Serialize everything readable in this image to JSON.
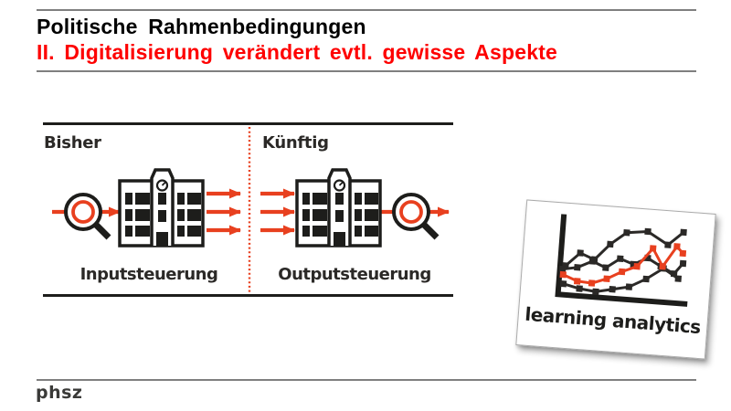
{
  "slide": {
    "title": "Politische Rahmenbedingungen",
    "subtitle": "II. Digitalisierung verändert evtl. gewisse Aspekte",
    "footer_logo": "phsz"
  },
  "colors": {
    "accent_red": "#e8401f",
    "subtitle_red": "#fe0000",
    "ink_black": "#1d1d1b",
    "rule_gray": "#7f7f7f"
  },
  "diagram": {
    "left_label": "Bisher",
    "right_label": "Künftig",
    "left_caption": "Inputsteuerung",
    "right_caption": "Outputsteuerung"
  },
  "card": {
    "caption": "learning analytics",
    "chart": {
      "type": "line",
      "axis": [
        [
          28,
          4
        ],
        [
          28,
          92
        ],
        [
          170,
          92
        ]
      ],
      "marker_size": 7,
      "series": [
        {
          "name": "black-series-1",
          "color": "#2b2927",
          "points": [
            [
              34,
              60
            ],
            [
              49,
              45
            ],
            [
              65,
              51
            ],
            [
              81,
              33
            ],
            [
              98,
              19
            ],
            [
              121,
              16
            ],
            [
              144,
              29
            ],
            [
              160,
              14
            ]
          ]
        },
        {
          "name": "black-series-2",
          "color": "#2b2927",
          "points": [
            [
              31,
              64
            ],
            [
              47,
              61
            ],
            [
              63,
              53
            ],
            [
              78,
              59
            ],
            [
              93,
              48
            ],
            [
              108,
              53
            ],
            [
              123,
              45
            ],
            [
              138,
              53
            ],
            [
              153,
              60
            ],
            [
              162,
              48
            ]
          ]
        },
        {
          "name": "black-series-3",
          "color": "#2b2927",
          "points": [
            [
              33,
              80
            ],
            [
              51,
              84
            ],
            [
              69,
              86
            ],
            [
              87,
              82
            ],
            [
              105,
              78
            ],
            [
              123,
              68
            ],
            [
              141,
              55
            ],
            [
              158,
              65
            ]
          ]
        },
        {
          "name": "red-series",
          "color": "#e8401f",
          "points": [
            [
              32,
              70
            ],
            [
              48,
              76
            ],
            [
              64,
              77
            ],
            [
              80,
              71
            ],
            [
              96,
              62
            ],
            [
              112,
              55
            ],
            [
              128,
              34
            ],
            [
              140,
              53
            ],
            [
              154,
              30
            ],
            [
              161,
              37
            ]
          ]
        }
      ]
    }
  }
}
